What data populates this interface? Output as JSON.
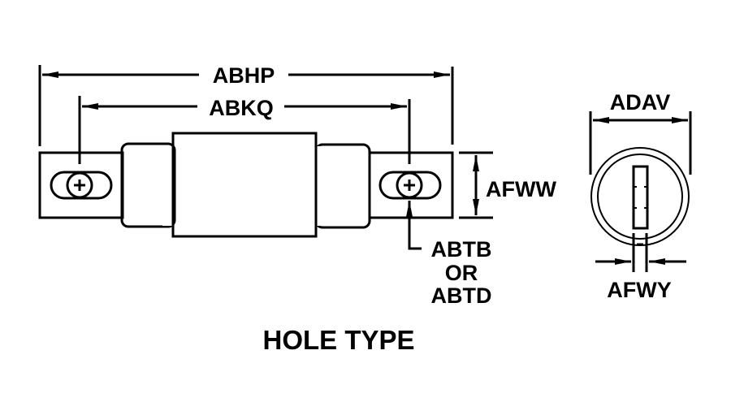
{
  "drawing": {
    "caption": "HOLE TYPE",
    "line_color": "#000000",
    "background": "#ffffff",
    "dimensions": {
      "overall_length": "ABHP",
      "hole_center_spacing": "ABKQ",
      "terminal_width": "AFWW",
      "hole_size_primary": "ABTB",
      "hole_size_connector": "OR",
      "hole_size_alternate": "ABTD",
      "body_diameter": "ADAV",
      "terminal_thickness": "AFWY"
    }
  }
}
